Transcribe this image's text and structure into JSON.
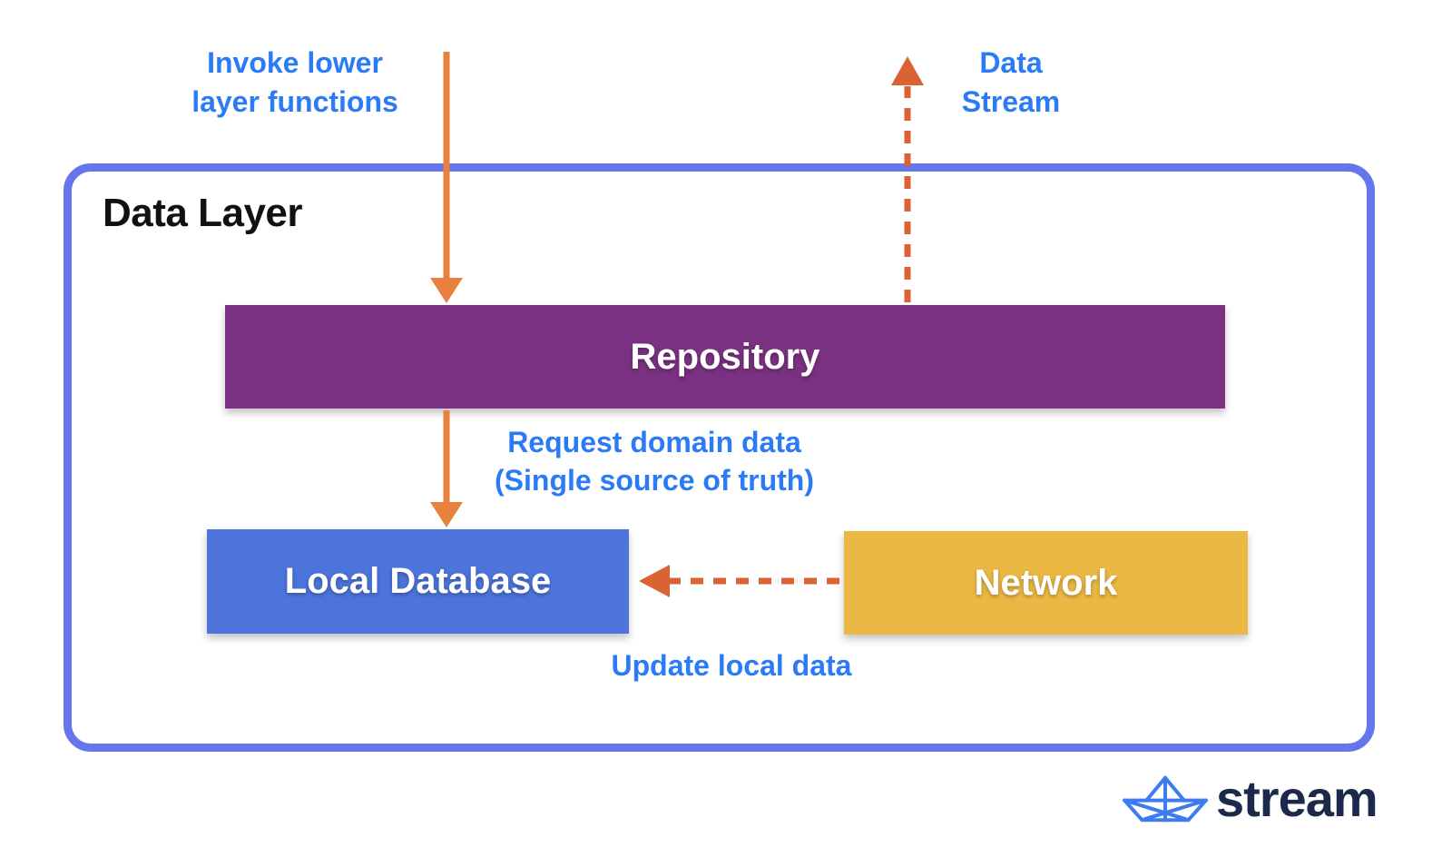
{
  "colors": {
    "canvas_bg": "#ffffff",
    "container_border": "#6476e9",
    "annotation_blue": "#2b7bf7",
    "repository_fill": "#7b3182",
    "local_database_fill": "#4c74db",
    "network_fill": "#ebb843",
    "arrow_solid": "#e8803e",
    "arrow_dashed": "#db6234",
    "title_color": "#111111",
    "box_text": "#ffffff",
    "logo_text_color": "#1b2a4a",
    "logo_icon_color": "#3d7bf0"
  },
  "container": {
    "title": "Data Layer"
  },
  "boxes": {
    "repository": {
      "label": "Repository"
    },
    "local_database": {
      "label": "Local Database"
    },
    "network": {
      "label": "Network"
    }
  },
  "annotations": {
    "invoke_lower": {
      "line1": "Invoke lower",
      "line2": "layer functions"
    },
    "data_stream": {
      "line1": "Data",
      "line2": "Stream"
    },
    "request_domain": {
      "line1": "Request domain data",
      "line2": "(Single source of truth)"
    },
    "update_local": {
      "text": "Update local data"
    }
  },
  "arrows": [
    {
      "name": "invoke-arrow",
      "from": "ui-layer-above",
      "to": "repository",
      "style": "solid",
      "direction": "down"
    },
    {
      "name": "data-stream-arrow",
      "from": "repository",
      "to": "ui-layer-above",
      "style": "dashed",
      "direction": "up"
    },
    {
      "name": "request-arrow",
      "from": "repository",
      "to": "local-database",
      "style": "solid",
      "direction": "down"
    },
    {
      "name": "update-arrow",
      "from": "network",
      "to": "local-database",
      "style": "dashed",
      "direction": "left"
    }
  ],
  "logo": {
    "icon": "paper-boat-icon",
    "text": "stream"
  }
}
